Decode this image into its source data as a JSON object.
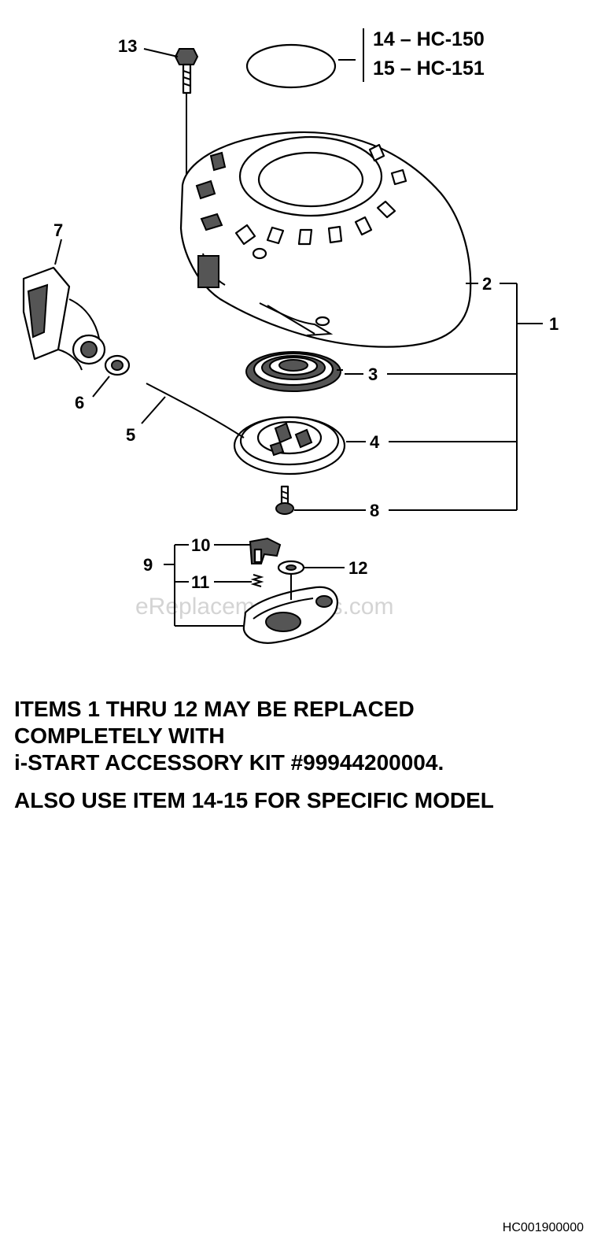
{
  "diagram": {
    "callouts": {
      "c1": "1",
      "c2": "2",
      "c3": "3",
      "c4": "4",
      "c5": "5",
      "c6": "6",
      "c7": "7",
      "c8": "8",
      "c9": "9",
      "c10": "10",
      "c11": "11",
      "c12": "12",
      "c13": "13"
    },
    "model_labels": [
      "14 – HC-150",
      "15 – HC-151"
    ],
    "watermark": "eReplacementParts.com"
  },
  "notes": {
    "lines": [
      "ITEMS 1 THRU 12 MAY BE REPLACED",
      "COMPLETELY  WITH",
      "i-START ACCESSORY KIT #99944200004."
    ],
    "also_use": "ALSO USE ITEM 14-15  FOR SPECIFIC MODEL"
  },
  "drawing_code": "HC001900000"
}
